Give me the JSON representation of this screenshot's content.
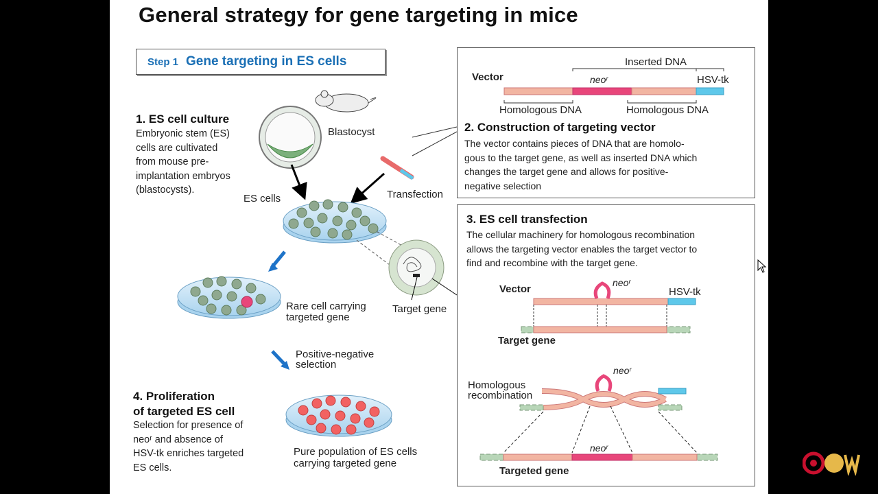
{
  "title": "General strategy for gene targeting in mice",
  "step": {
    "number": "Step 1",
    "label": "Gene targeting in ES cells"
  },
  "sections": {
    "s1": {
      "heading": "1.  ES cell culture",
      "lines": [
        "Embryonic stem (ES)",
        "cells are cultivated",
        "from mouse pre-",
        "implantation embryos",
        "(blastocysts)."
      ]
    },
    "s2": {
      "heading": "2.  Construction of targeting vector",
      "lines": [
        "The vector contains pieces of DNA that are homolo-",
        "gous to the target gene, as well as inserted DNA which",
        "changes the target gene and allows for positive-",
        "negative selection"
      ]
    },
    "s3": {
      "heading": "3.  ES cell transfection",
      "lines": [
        "The cellular machinery for homologous recombination",
        "allows the targeting vector enables the target vector to",
        "find and recombine with the target gene."
      ]
    },
    "s4": {
      "heading_lines": [
        "4.  Proliferation",
        "of targeted ES cell"
      ],
      "lines": [
        "Selection for presence of",
        "neoʳ  and absence of",
        "HSV-tk enriches targeted",
        "ES cells."
      ]
    }
  },
  "labels": {
    "blastocyst": "Blastocyst",
    "es_cells": "ES cells",
    "transfection": "Transfection",
    "rare_cell": [
      "Rare cell carrying",
      "targeted gene"
    ],
    "target_gene": "Target gene",
    "pos_neg": [
      "Positive-negative",
      "selection"
    ],
    "pure_pop": [
      "Pure population of ES cells",
      "carrying targeted gene"
    ],
    "vector": "Vector",
    "inserted_dna": "Inserted DNA",
    "hsv_tk": "HSV-tk",
    "neo": "neoʳ",
    "homologous_dna": "Homologous DNA",
    "vector2": "Vector",
    "target_gene_bold": "Target gene",
    "homologous_recombination": [
      "Homologous",
      "recombination"
    ],
    "targeted_gene": "Targeted gene"
  },
  "colors": {
    "dna": "#f2b5a2",
    "neo": "#e8467a",
    "hsv": "#5ec8ea",
    "accent": "#1a6fb5",
    "arrow_blue": "#1e73c8"
  }
}
